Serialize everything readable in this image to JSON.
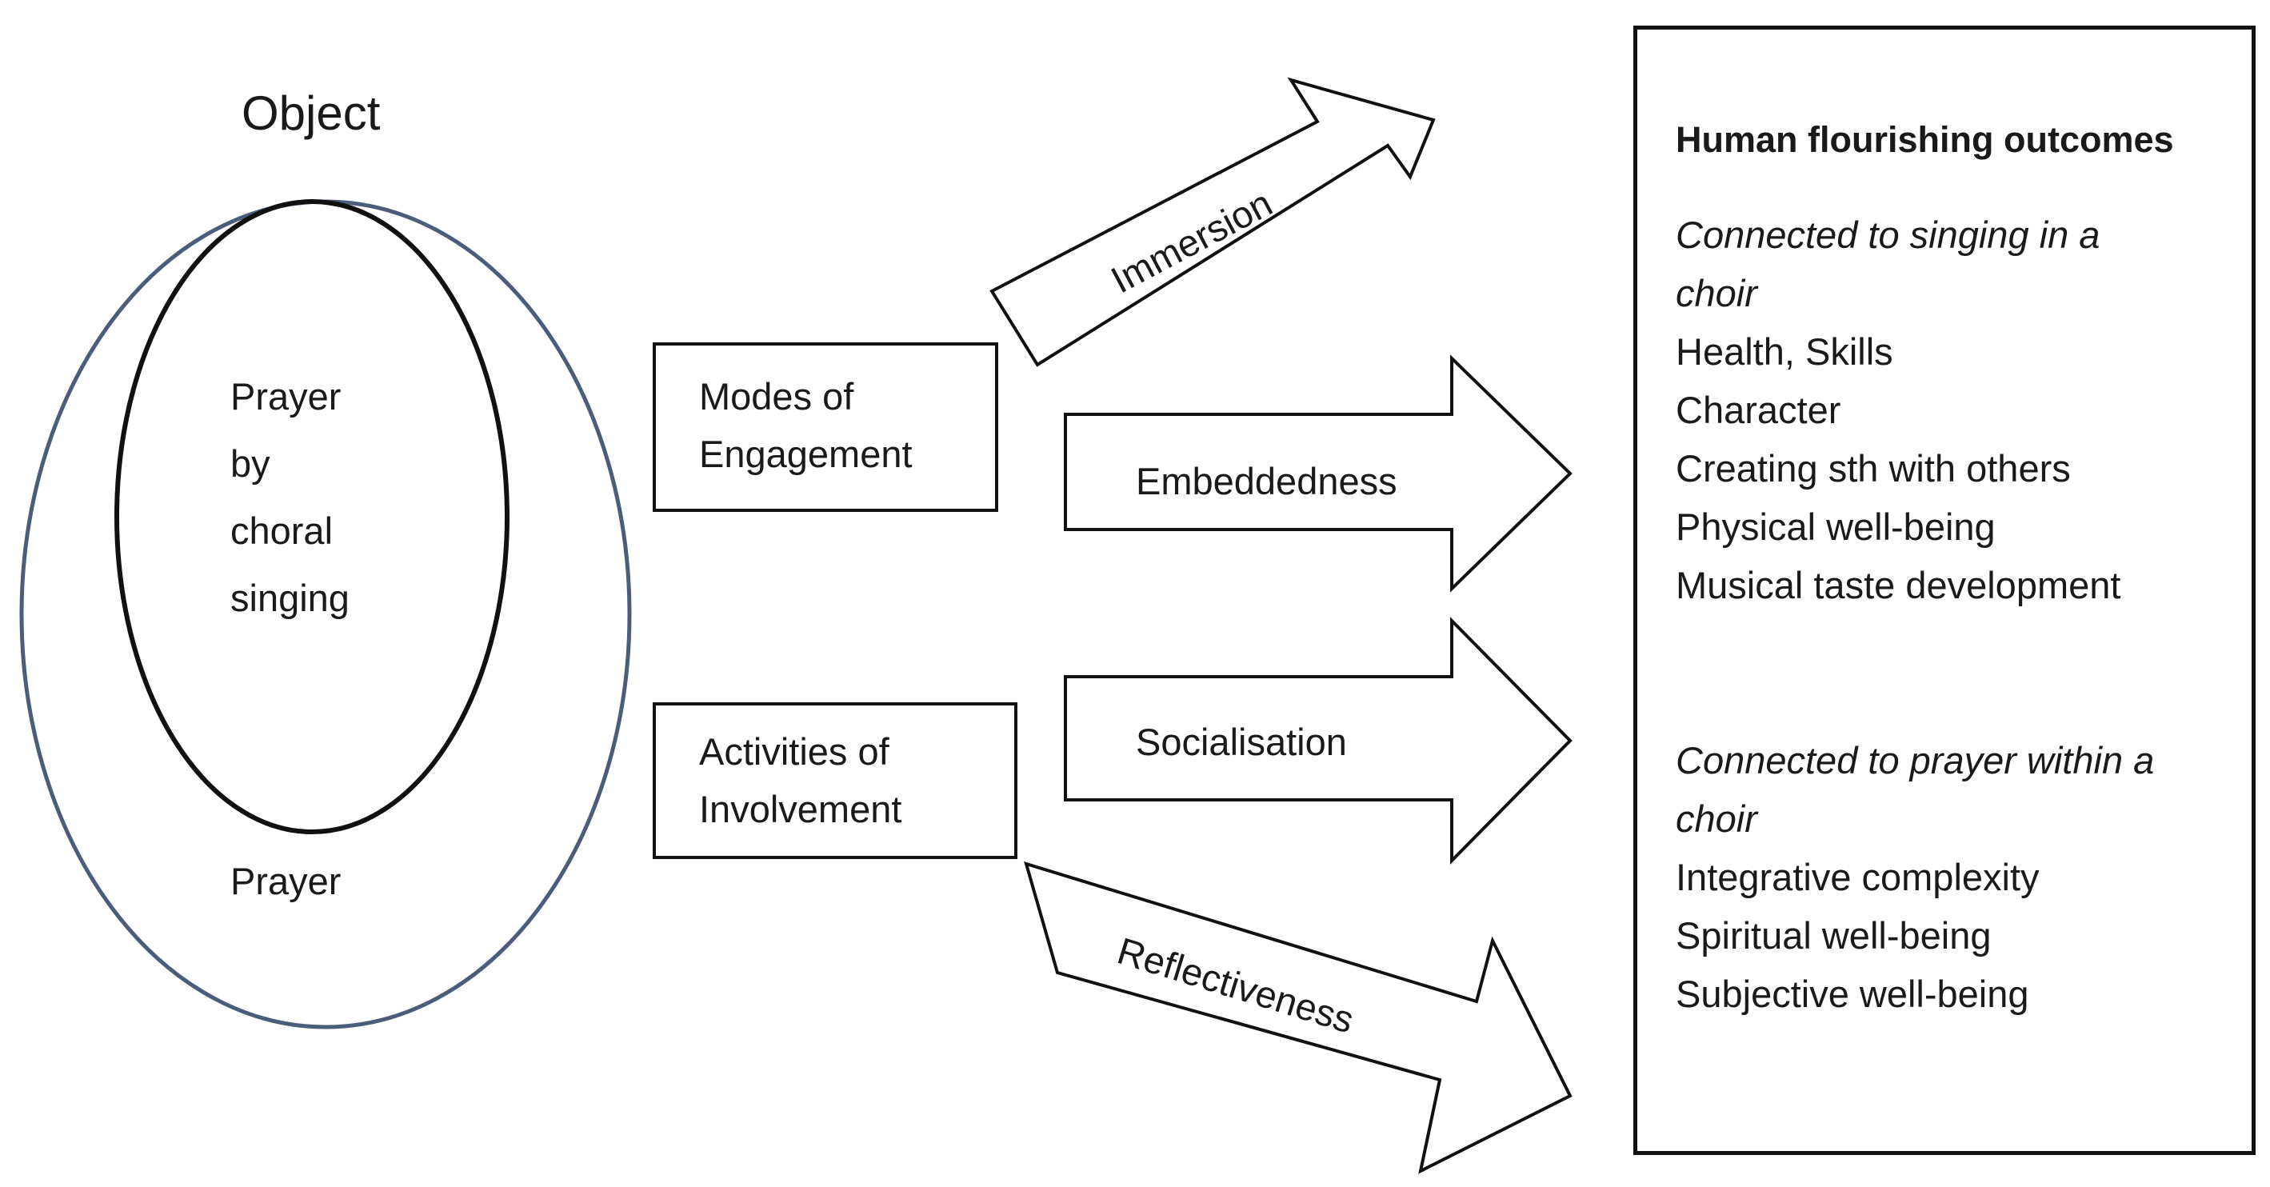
{
  "object_label": "Object",
  "ellipse": {
    "inner_lines": [
      "Prayer",
      "by",
      "choral",
      "singing"
    ],
    "outer_label": "Prayer",
    "outer_stroke": "#4a5d7a",
    "inner_stroke": "#111111"
  },
  "boxes": {
    "modes": [
      "Modes of",
      "Engagement"
    ],
    "activities": [
      "Activities of",
      "Involvement"
    ]
  },
  "arrows": {
    "immersion": "Immersion",
    "embeddedness": "Embeddedness",
    "socialisation": "Socialisation",
    "reflectiveness": "Reflectiveness"
  },
  "outcomes": {
    "title": "Human flourishing outcomes",
    "section1": {
      "heading": "Connected to singing in a choir",
      "items": [
        "Health, Skills",
        "Character",
        "Creating sth with others",
        "Physical well-being",
        "Musical taste development"
      ]
    },
    "section2": {
      "heading": "Connected to prayer within a choir",
      "items": [
        "Integrative complexity",
        "Spiritual well-being",
        "Subjective well-being"
      ]
    }
  }
}
